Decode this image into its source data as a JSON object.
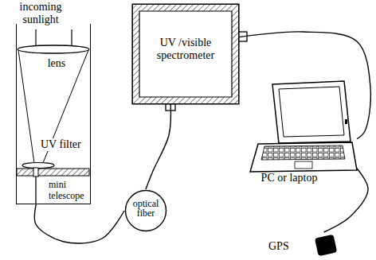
{
  "diagram": {
    "nodes": [
      {
        "text": [
          "lens",
          "UV filter",
          "mini telescope"
        ]
      },
      {
        "text": [
          "UV /visible spectrometer"
        ]
      },
      {
        "text": [
          "optical fiber"
        ]
      },
      {
        "text": [
          "PC or laptop"
        ]
      },
      {
        "text": [
          "GPS"
        ]
      }
    ],
    "edges": [
      {
        "from": 0,
        "to": 2,
        "arrow": "none"
      },
      {
        "from": 2,
        "to": 1,
        "arrow": "none"
      },
      {
        "from": 1,
        "to": 3,
        "arrow": "none"
      },
      {
        "from": 3,
        "to": 4,
        "arrow": "none"
      }
    ],
    "labels": [
      "incoming sunlight"
    ]
  }
}
